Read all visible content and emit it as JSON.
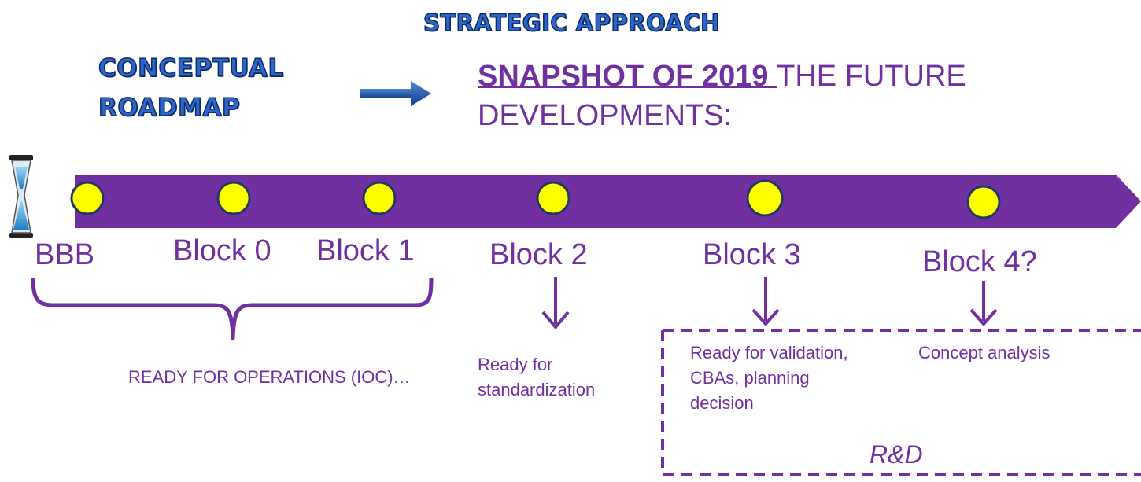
{
  "header": {
    "strategic_title": "STRATEGIC  APPROACH",
    "conceptual_line1": "CONCEPTUAL",
    "conceptual_line2": "ROADMAP",
    "snapshot_head": "SNAPSHOT OF 2019 ",
    "snapshot_tail": "THE FUTURE",
    "snapshot_line2": "DEVELOPMENTS:"
  },
  "timeline": {
    "milestones": [
      {
        "label": "BBB"
      },
      {
        "label": "Block 0"
      },
      {
        "label": "Block 1"
      },
      {
        "label": "Block 2"
      },
      {
        "label": "Block 3"
      },
      {
        "label": "Block 4?"
      }
    ]
  },
  "notes": {
    "ioc": "READY FOR OPERATIONS (IOC)…",
    "block2_line1": "Ready for",
    "block2_line2": "standardization",
    "block3_line1": "Ready for validation,",
    "block3_line2": "CBAs, planning",
    "block3_line3": "decision",
    "block4": "Concept analysis",
    "rd": "R&D"
  },
  "colors": {
    "timeline": "#7030A0",
    "milestone_fill": "#FFFF00",
    "milestone_stroke": "#1F3864",
    "heading_blue": "#2E66C8",
    "arrow_blue": "#1F4E9C"
  },
  "icons": {
    "hourglass": "hourglass-icon",
    "arrow": "right-arrow-icon"
  }
}
